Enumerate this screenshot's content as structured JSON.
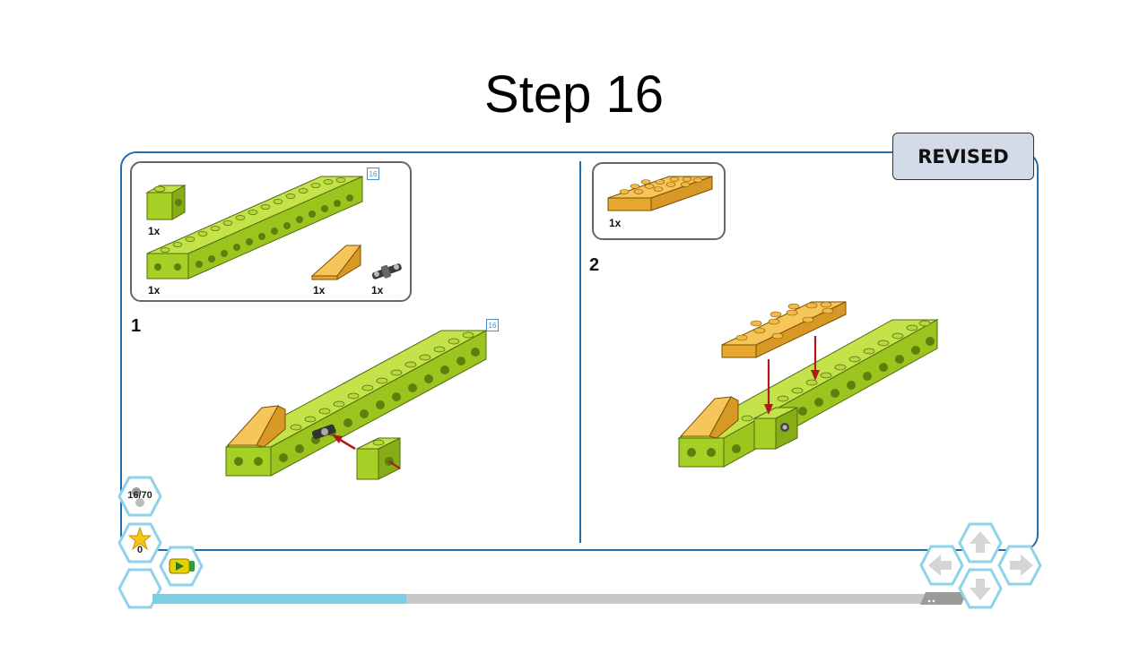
{
  "title": "Step 16",
  "badge": "REVISED",
  "left_panel": {
    "parts": [
      {
        "name": "small-brick",
        "qty": "1x"
      },
      {
        "name": "long-beam",
        "qty": "1x"
      },
      {
        "name": "slope",
        "qty": "1x"
      },
      {
        "name": "connector-pin",
        "qty": "1x"
      }
    ],
    "tag": "16",
    "step_number": "1",
    "build_tag": "16"
  },
  "right_panel": {
    "parts": [
      {
        "name": "plate-2x6",
        "qty": "1x"
      }
    ],
    "step_number": "2"
  },
  "navigation": {
    "page_counter": "16/70",
    "score": "0",
    "progress_fraction": 0.325
  },
  "colors": {
    "frame": "#1f6fb0",
    "lime": "#a7d026",
    "tan": "#f2b63c",
    "arrow": "#b0181c",
    "progress": "#7ccfe2",
    "hex_border": "#8fd3ea"
  }
}
